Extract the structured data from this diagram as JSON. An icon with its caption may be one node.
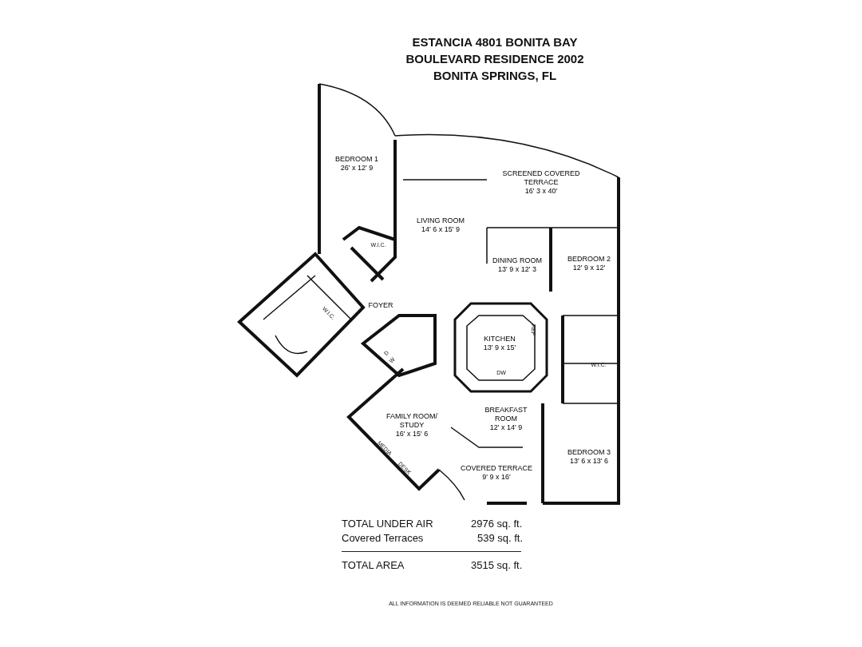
{
  "diagram": {
    "title": "ESTANCIA 4801 BONITA BAY BOULEVARD RESIDENCE 2002 BONITA SPRINGS, FL",
    "nodes": [
      {
        "text": [
          "BEDROOM 1",
          "26' x 12' 9"
        ]
      },
      {
        "text": [
          "SCREENED COVERED TERRACE",
          "16' 3 x 40'"
        ]
      },
      {
        "text": [
          "LIVING ROOM",
          "14' 6 x 15' 9"
        ]
      },
      {
        "text": [
          "DINING ROOM",
          "13' 9 x 12' 3"
        ]
      },
      {
        "text": [
          "BEDROOM 2",
          "12' 9 x 12'"
        ]
      },
      {
        "text": [
          "FOYER"
        ]
      },
      {
        "text": [
          "KITCHEN",
          "13' 9 x 15'"
        ]
      },
      {
        "text": [
          "FAMILY ROOM/ STUDY",
          "16' x 15' 6"
        ]
      },
      {
        "text": [
          "BREAKFAST ROOM",
          "12' x 14' 9"
        ]
      },
      {
        "text": [
          "COVERED TERRACE",
          "9' 9 x 16'"
        ]
      },
      {
        "text": [
          "BEDROOM 3",
          "13' 6 x 13' 6"
        ]
      }
    ],
    "labels": [
      "W.I.C.",
      "W.I.C.",
      "REF",
      "W",
      "D",
      "DW",
      "W.I.C.",
      "MEDIA",
      "DESK",
      "TOTAL UNDER AIR",
      "2976 sq. ft.",
      "Covered Terraces",
      "539 sq. ft.",
      "TOTAL AREA",
      "3515 sq. ft.",
      "ALL INFORMATION IS DEEMED RELIABLE NOT GUARANTEED"
    ]
  }
}
